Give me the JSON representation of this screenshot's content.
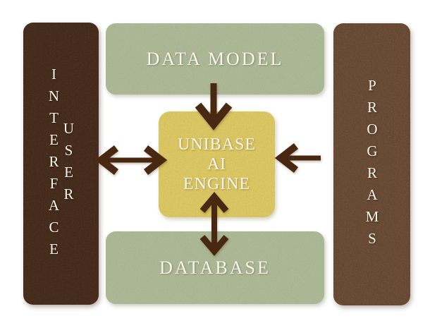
{
  "diagram": {
    "nodes": {
      "user_interface": {
        "label": "USER INTERFACE",
        "color": "#5d3b25",
        "shape": "vertical-bar"
      },
      "programs": {
        "label": "PROGRAMS",
        "color": "#7d5a40",
        "shape": "vertical-bar"
      },
      "data_model": {
        "label": "DATA MODEL",
        "color": "#b6c39e",
        "shape": "rounded-box"
      },
      "unibase_ai_engine": {
        "label": "UNIBASE AI ENGINE",
        "lines": [
          "UNIBASE",
          "AI",
          "ENGINE"
        ],
        "color": "#e9d46a",
        "shape": "rounded-box"
      },
      "database": {
        "label": "DATABASE",
        "color": "#b6c39e",
        "shape": "rounded-box"
      }
    },
    "connections": [
      {
        "from": "data_model",
        "to": "unibase_ai_engine",
        "type": "arrow-down"
      },
      {
        "from": "unibase_ai_engine",
        "to": "database",
        "type": "arrow-double-vertical"
      },
      {
        "from": "user_interface",
        "to": "unibase_ai_engine",
        "type": "arrow-double-horizontal"
      },
      {
        "from": "programs",
        "to": "unibase_ai_engine",
        "type": "arrow-left"
      }
    ],
    "colors": {
      "background": "#ffffff",
      "arrow": "#482810",
      "label_text": "#f8f5ec",
      "bar_left": "#5d3b25",
      "bar_right": "#7d5a40",
      "box_green": "#b6c39e",
      "box_yellow": "#e9d46a"
    }
  }
}
